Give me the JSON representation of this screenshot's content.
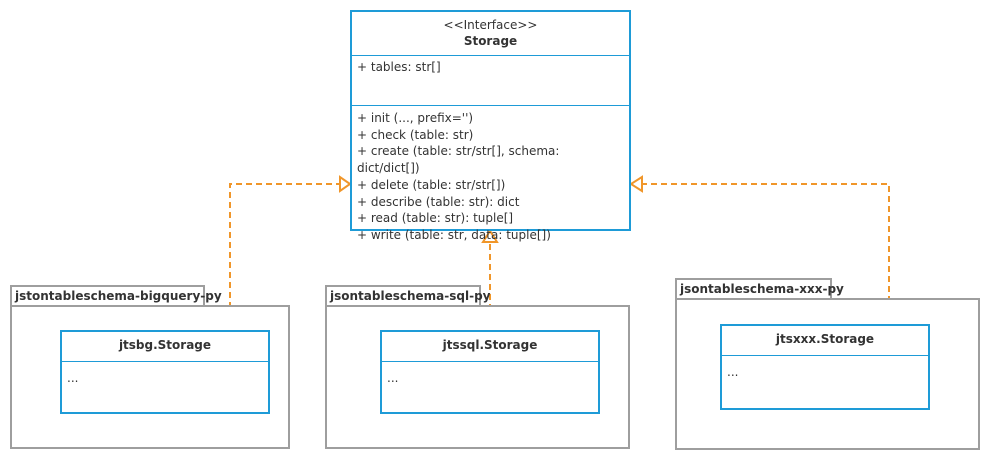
{
  "interface": {
    "stereotype": "<<Interface>>",
    "name": "Storage",
    "attributes": [
      "+ tables: str[]"
    ],
    "methods": [
      "+ init (..., prefix='')",
      "+ check (table: str)",
      "+ create (table: str/str[], schema: dict/dict[])",
      "+ delete (table: str/str[])",
      "+ describe (table: str): dict",
      "+ read (table: str): tuple[]",
      "+ write (table: str, data: tuple[])"
    ]
  },
  "packages": [
    {
      "name": "jstontableschema-bigquery-py",
      "class_name": "jtsbg.Storage",
      "class_body": "..."
    },
    {
      "name": "jsontableschema-sql-py",
      "class_name": "jtssql.Storage",
      "class_body": "..."
    },
    {
      "name": "jsontableschema-xxx-py",
      "class_name": "jtsxxx.Storage",
      "class_body": "..."
    }
  ],
  "colors": {
    "class_border": "#1e9bd7",
    "package_border": "#9e9e9e",
    "realization_arrow": "#f0962a"
  }
}
